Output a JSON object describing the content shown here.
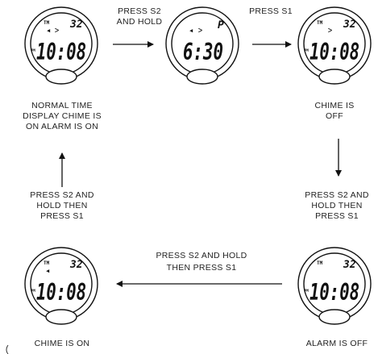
{
  "watches": [
    {
      "id": "w1",
      "top_left": "TM",
      "top_right": "32",
      "ampm": "PM",
      "time": "10:08",
      "icons": [
        "bell",
        "chime"
      ]
    },
    {
      "id": "w2",
      "top_left": "",
      "top_right": "P",
      "ampm": "",
      "time": "6:30",
      "icons": [
        "bell",
        "chime"
      ]
    },
    {
      "id": "w3",
      "top_left": "TM",
      "top_right": "32",
      "ampm": "PM",
      "time": "10:08",
      "icons": [
        "chime"
      ]
    },
    {
      "id": "w4",
      "top_left": "TM",
      "top_right": "32",
      "ampm": "PM",
      "time": "10:08",
      "icons": []
    },
    {
      "id": "w5",
      "top_left": "TM",
      "top_right": "32",
      "ampm": "PM",
      "time": "10:08",
      "icons": [
        "bell"
      ]
    }
  ],
  "labels": {
    "step1_a": "PRESS S2",
    "step1_b": "AND HOLD",
    "step2": "PRESS S1",
    "left_mid_1": "NORMAL TIME",
    "left_mid_2": "DISPLAY CHIME IS",
    "left_mid_3": "ON ALARM IS ON",
    "left_low_1": "PRESS S2 AND",
    "left_low_2": "HOLD THEN",
    "left_low_3": "PRESS S1",
    "chime_off_1": "CHIME IS",
    "chime_off_2": "OFF",
    "right_low_1": "PRESS S2 AND",
    "right_low_2": "HOLD THEN",
    "right_low_3": "PRESS S1",
    "bottom_mid_1": "PRESS S2 AND HOLD",
    "bottom_mid_2": "THEN PRESS S1",
    "chime_on": "CHIME IS ON",
    "alarm_off": "ALARM IS OFF"
  }
}
